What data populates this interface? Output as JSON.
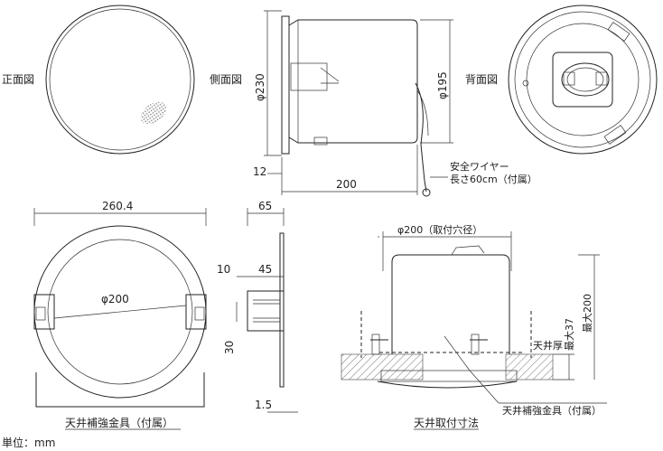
{
  "views": {
    "front": "正面図",
    "side": "側面図",
    "rear": "背面図",
    "ceiling_mount": "天井取付寸法"
  },
  "dims": {
    "side_height": "φ230",
    "side_can_height": "φ195",
    "flange_thickness": "12",
    "depth": "200",
    "outer_diameter": "260.4",
    "inner_diameter": "φ200",
    "bracket_width": "65",
    "bracket_offset": "10",
    "bracket_slot": "45",
    "bracket_height": "30",
    "bracket_thickness": "1.5",
    "cutout": "φ200（取付穴径）",
    "ceiling_max": "天井厚",
    "ceiling_max_value": "最大37",
    "max_depth": "最大200"
  },
  "notes": {
    "safety_wire_1": "安全ワイヤー",
    "safety_wire_2": "長さ60cm（付属）",
    "reinforcement": "天井補強金具（付属）",
    "reinforcement_2": "天井補強金具（付属）",
    "unit": "単位：mm"
  }
}
